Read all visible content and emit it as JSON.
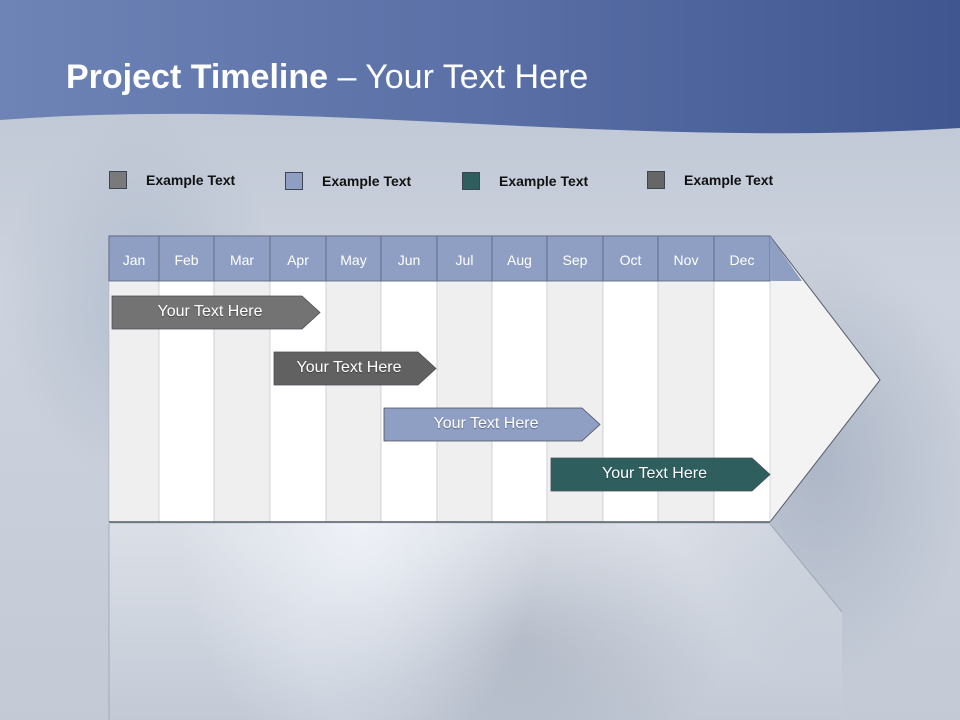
{
  "title": {
    "bold": "Project Timeline",
    "rest": " – Your Text Here"
  },
  "legend": [
    {
      "label": "Example Text",
      "color": "#7a7a7a"
    },
    {
      "label": "Example Text",
      "color": "#8f9fc4"
    },
    {
      "label": "Example Text",
      "color": "#2f5e5e"
    },
    {
      "label": "Example Text",
      "color": "#666666"
    }
  ],
  "months": [
    "Jan",
    "Feb",
    "Mar",
    "Apr",
    "May",
    "Jun",
    "Jul",
    "Aug",
    "Sep",
    "Oct",
    "Nov",
    "Dec"
  ],
  "bars": [
    {
      "label": "Your  Text Here",
      "color": "#737373"
    },
    {
      "label": "Your  Text Here",
      "color": "#616161"
    },
    {
      "label": "Your  Text Here",
      "color": "#8f9fc4"
    },
    {
      "label": "Your  Text Here",
      "color": "#2f5e5e"
    }
  ],
  "colors": {
    "header": "#5b72a8",
    "month_row": "#8f9fc4"
  }
}
